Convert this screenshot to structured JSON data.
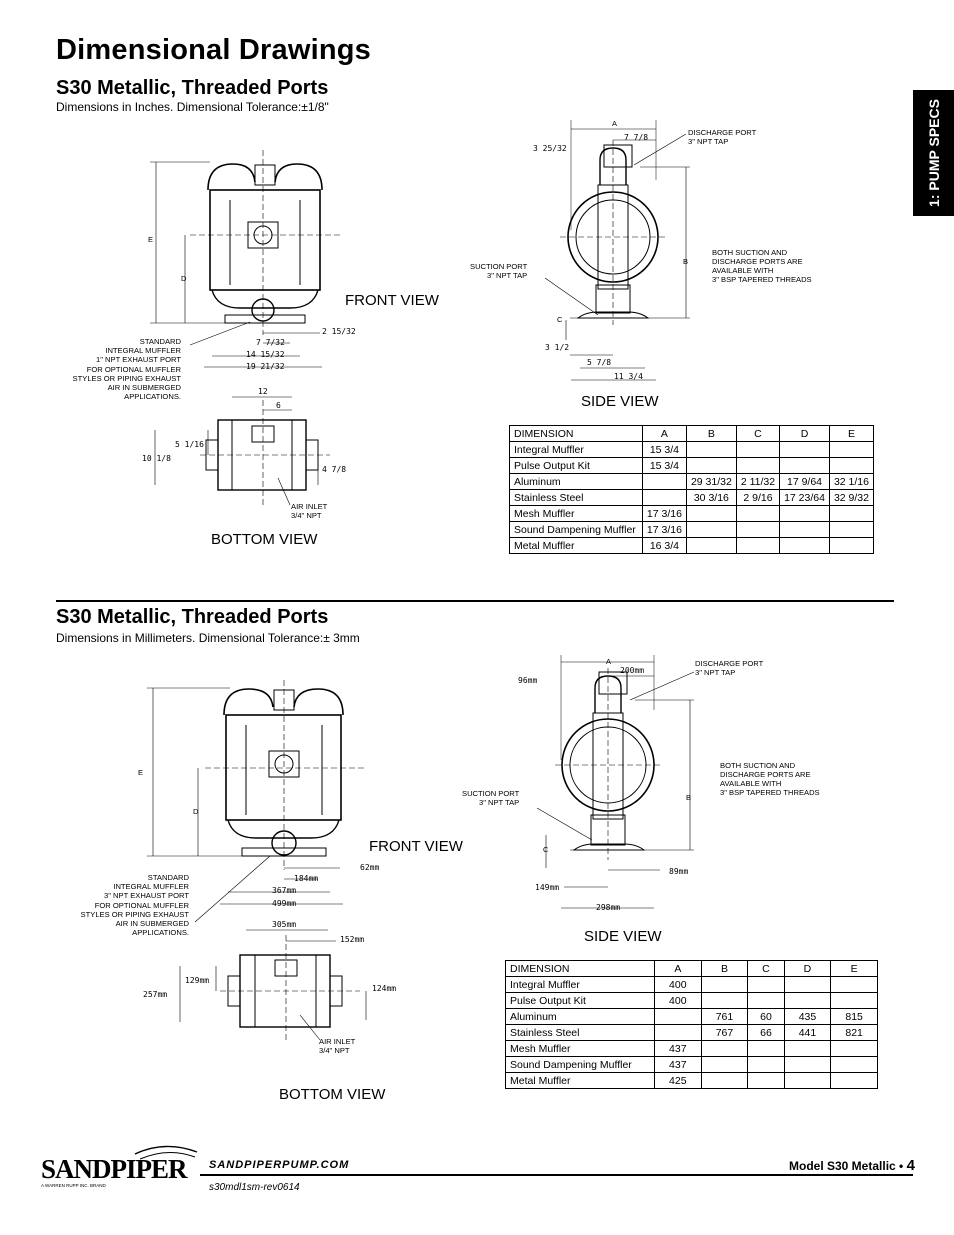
{
  "page": {
    "title": "Dimensional Drawings",
    "side_tab": "1: PUMP SPECS",
    "footer_url": "SANDPIPERPUMP.COM",
    "footer_doc": "s30mdl1sm-rev0614",
    "footer_model": "Model S30 Metallic • ",
    "footer_page": "4",
    "brand": "SANDPIPER",
    "brand_tagline": "A WARREN RUPP INC. BRAND"
  },
  "sections": [
    {
      "title": "S30 Metallic, Threaded Ports",
      "subtitle": "Dimensions in Inches.  Dimensional Tolerance:±1/8\"",
      "labels": {
        "front": "FRONT VIEW",
        "side": "SIDE VIEW",
        "bottom": "BOTTOM VIEW"
      },
      "notes": {
        "muffler": "STANDARD\nINTEGRAL MUFFLER\n1\" NPT EXHAUST PORT\nFOR OPTIONAL MUFFLER\nSTYLES OR PIPING EXHAUST\nAIR IN SUBMERGED\nAPPLICATIONS.",
        "discharge": "DISCHARGE PORT\n3\" NPT TAP",
        "suction": "SUCTION PORT\n3\" NPT TAP",
        "bsp": "BOTH SUCTION AND\nDISCHARGE PORTS ARE\nAVAILABLE WITH\n3\" BSP TAPERED THREADS",
        "air": "AIR INLET\n3/4\" NPT"
      },
      "dims": {
        "front_w1": "2 15/32",
        "front_w2": "7 7/32",
        "front_w3": "14 15/32",
        "front_w4": "19 21/32",
        "side_a1": "3 25/32",
        "side_a2": "7 7/8",
        "side_c1": "3 1/2",
        "side_c2": "5 7/8",
        "side_c3": "11 3/4",
        "bot_12": "12",
        "bot_6": "6",
        "bot_516": "5 1/16",
        "bot_1018": "10 1/8",
        "bot_478": "4 7/8"
      },
      "table": {
        "headers": [
          "DIMENSION",
          "A",
          "B",
          "C",
          "D",
          "E"
        ],
        "rows": [
          [
            "Integral Muffler",
            "15 3/4",
            "",
            "",
            "",
            ""
          ],
          [
            "Pulse Output Kit",
            "15 3/4",
            "",
            "",
            "",
            ""
          ],
          [
            "Aluminum",
            "",
            "29 31/32",
            "2 11/32",
            "17 9/64",
            "32 1/16"
          ],
          [
            "Stainless Steel",
            "",
            "30 3/16",
            "2 9/16",
            "17 23/64",
            "32 9/32"
          ],
          [
            "Mesh Muffler",
            "17 3/16",
            "",
            "",
            "",
            ""
          ],
          [
            "Sound Dampening Muffler",
            "17 3/16",
            "",
            "",
            "",
            ""
          ],
          [
            "Metal Muffler",
            "16 3/4",
            "",
            "",
            "",
            ""
          ]
        ]
      }
    },
    {
      "title": "S30 Metallic, Threaded Ports",
      "subtitle": "Dimensions in Millimeters.  Dimensional Tolerance:± 3mm",
      "labels": {
        "front": "FRONT VIEW",
        "side": "SIDE VIEW",
        "bottom": "BOTTOM VIEW"
      },
      "notes": {
        "muffler": "STANDARD\nINTEGRAL MUFFLER\n3\" NPT EXHAUST PORT\nFOR OPTIONAL MUFFLER\nSTYLES OR PIPING EXHAUST\nAIR IN SUBMERGED\nAPPLICATIONS.",
        "discharge": "DISCHARGE PORT\n3\" NPT TAP",
        "suction": "SUCTION PORT\n3\" NPT TAP",
        "bsp": "BOTH SUCTION AND\nDISCHARGE PORTS ARE\nAVAILABLE WITH\n3\" BSP TAPERED THREADS",
        "air": "AIR INLET\n3/4\" NPT"
      },
      "dims": {
        "front_w1": "62mm",
        "front_w2": "184mm",
        "front_w3": "367mm",
        "front_w4": "499mm",
        "side_a1": "96mm",
        "side_a2": "200mm",
        "side_c1": "89mm",
        "side_c2": "149mm",
        "side_c3": "298mm",
        "bot_12": "305mm",
        "bot_6": "152mm",
        "bot_516": "129mm",
        "bot_1018": "257mm",
        "bot_478": "124mm"
      },
      "table": {
        "headers": [
          "DIMENSION",
          "A",
          "B",
          "C",
          "D",
          "E"
        ],
        "rows": [
          [
            "Integral Muffler",
            "400",
            "",
            "",
            "",
            ""
          ],
          [
            "Pulse Output Kit",
            "400",
            "",
            "",
            "",
            ""
          ],
          [
            "Aluminum",
            "",
            "761",
            "60",
            "435",
            "815"
          ],
          [
            "Stainless Steel",
            "",
            "767",
            "66",
            "441",
            "821"
          ],
          [
            "Mesh Muffler",
            "437",
            "",
            "",
            "",
            ""
          ],
          [
            "Sound Dampening Muffler",
            "437",
            "",
            "",
            "",
            ""
          ],
          [
            "Metal Muffler",
            "425",
            "",
            "",
            "",
            ""
          ]
        ]
      }
    }
  ]
}
